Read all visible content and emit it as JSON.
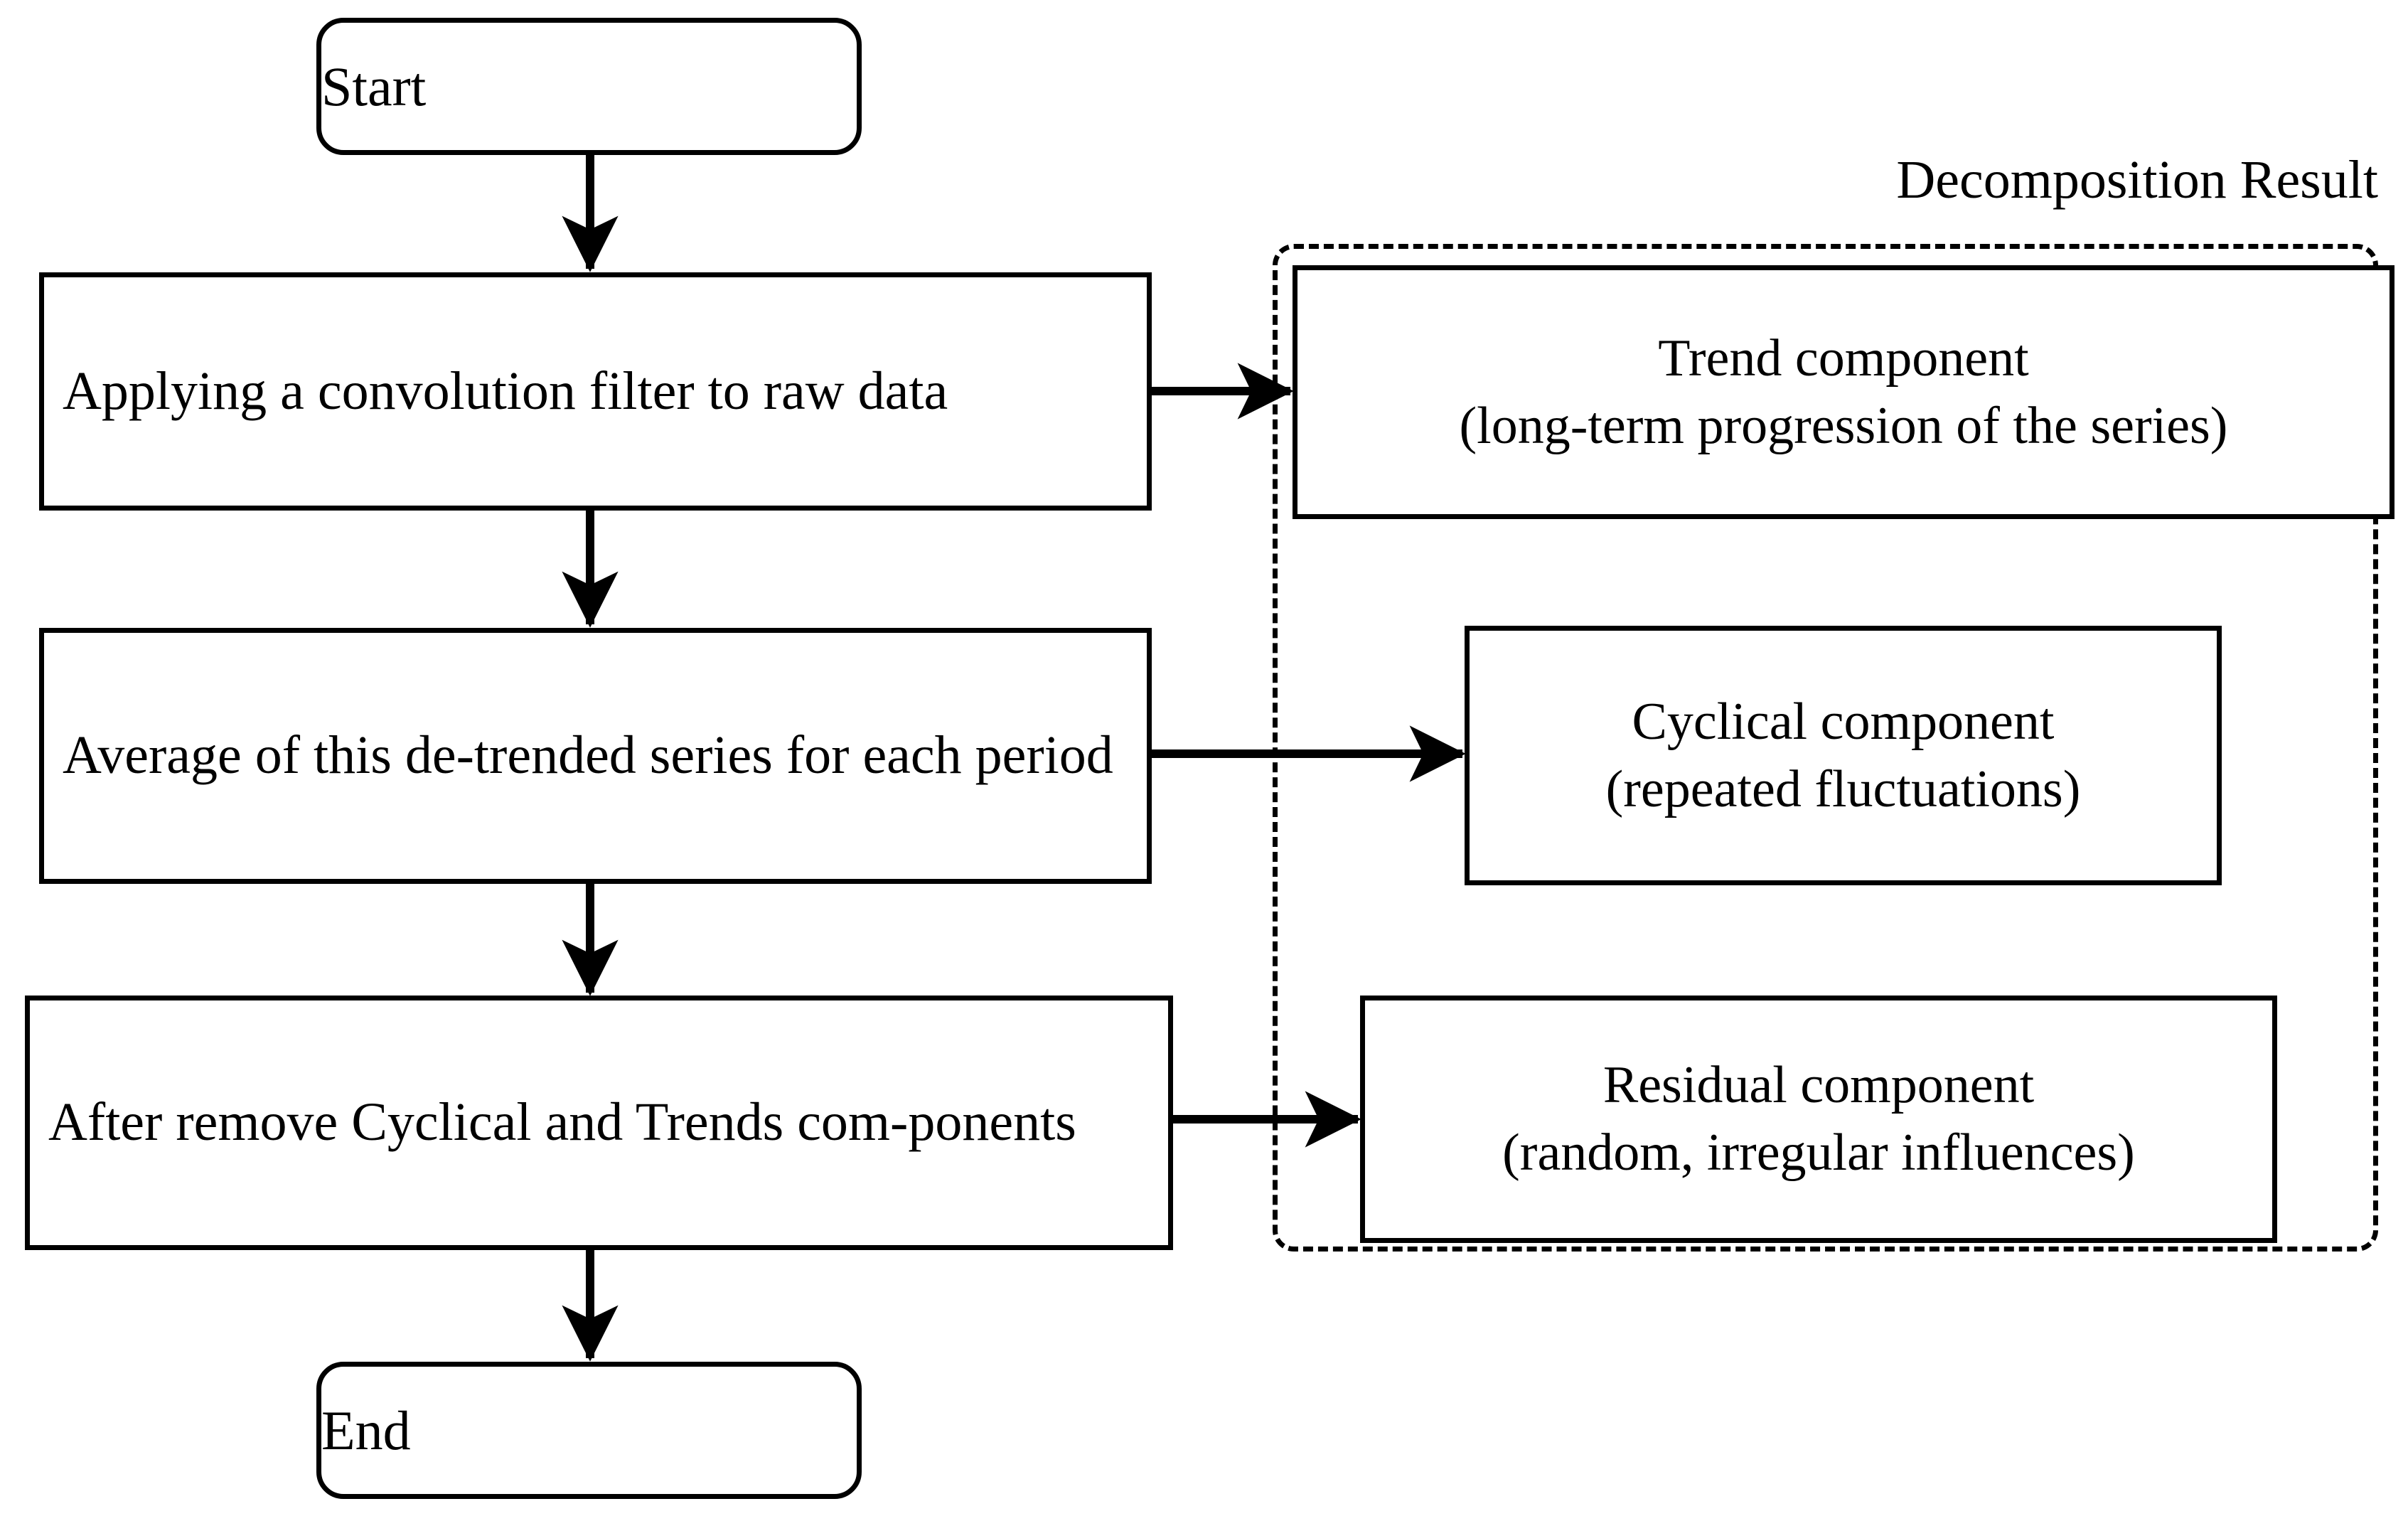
{
  "diagram": {
    "title_label": "Decomposition Result",
    "terminals": {
      "start": "Start",
      "end": "End"
    },
    "process_steps": [
      {
        "id": "process-1",
        "text": "Applying a convolution filter to raw data"
      },
      {
        "id": "process-2",
        "text": "Average of this de-trended series for each period"
      },
      {
        "id": "process-3",
        "text": "After remove Cyclical and Trends com-ponents"
      }
    ],
    "result_components": [
      {
        "id": "trend",
        "line1": "Trend component",
        "line2": "(long-term progression of the series)"
      },
      {
        "id": "cyclical",
        "line1": "Cyclical component",
        "line2": "(repeated fluctuations)"
      },
      {
        "id": "residual",
        "line1": "Residual component",
        "line2": "(random, irregular influences)"
      }
    ],
    "colors": {
      "stroke": "#000000",
      "background": "#ffffff",
      "text": "#000000"
    },
    "connectors": [
      {
        "name": "start-to-process-1",
        "style": "solid-arrow",
        "direction": "down"
      },
      {
        "name": "process-1-to-process-2",
        "style": "solid-arrow",
        "direction": "down"
      },
      {
        "name": "process-2-to-process-3",
        "style": "solid-arrow",
        "direction": "down"
      },
      {
        "name": "process-3-to-end",
        "style": "solid-arrow",
        "direction": "down"
      },
      {
        "name": "process-1-to-trend",
        "style": "solid-arrow",
        "direction": "right"
      },
      {
        "name": "process-2-to-cyclical",
        "style": "solid-arrow",
        "direction": "right"
      },
      {
        "name": "process-3-to-residual",
        "style": "solid-arrow",
        "direction": "right"
      }
    ]
  }
}
